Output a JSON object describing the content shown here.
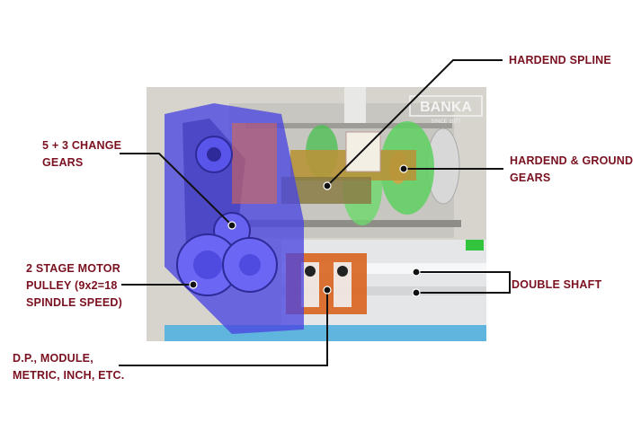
{
  "brand": {
    "logo_text": "BANKA",
    "tagline": "SINCE 1977"
  },
  "labels": {
    "hardened_spline": "HARDEND SPLINE",
    "change_gears": "5 + 3 CHANGE\nGEARS",
    "hardened_ground_gears": "HARDEND & GROUND\nGEARS",
    "motor_pulley": "2 STAGE MOTOR\nPULLEY (9x2=18\nSPINDLE SPEED)",
    "double_shaft": "DOUBLE SHAFT",
    "dp_module": "D.P., MODULE,\nMETRIC, INCH, ETC."
  },
  "colors": {
    "label_text": "#7a1020",
    "leader_line": "#111111",
    "guard_blue": "#4a45e0",
    "gear_green": "#5ed060",
    "gearbox_orange": "#d8641e",
    "bed_white": "#e4e6e8",
    "background_grey": "#d7d4ce"
  },
  "icons": [
    "pointer-dot-icon",
    "brand-logo-icon"
  ]
}
